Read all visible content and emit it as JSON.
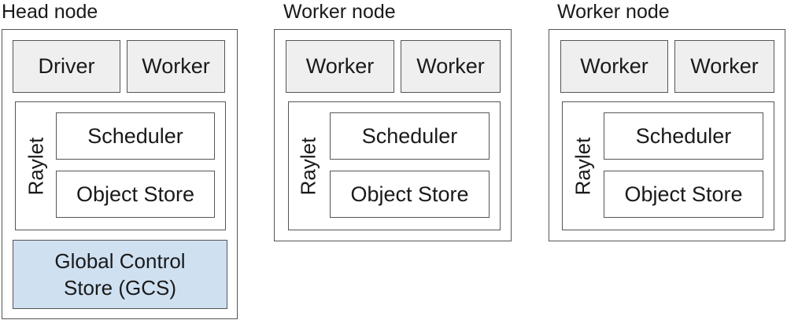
{
  "head_node": {
    "title": "Head node",
    "processes": [
      "Driver",
      "Worker"
    ],
    "raylet": {
      "label": "Raylet",
      "scheduler": "Scheduler",
      "object_store": "Object Store"
    },
    "gcs": {
      "line1": "Global Control",
      "line2": "Store (GCS)"
    }
  },
  "worker_nodes": [
    {
      "title": "Worker node",
      "processes": [
        "Worker",
        "Worker"
      ],
      "raylet": {
        "label": "Raylet",
        "scheduler": "Scheduler",
        "object_store": "Object Store"
      }
    },
    {
      "title": "Worker node",
      "processes": [
        "Worker",
        "Worker"
      ],
      "raylet": {
        "label": "Raylet",
        "scheduler": "Scheduler",
        "object_store": "Object Store"
      }
    }
  ],
  "colors": {
    "border": "#555555",
    "process_fill": "#efefef",
    "gcs_fill": "#cfe0f1"
  }
}
